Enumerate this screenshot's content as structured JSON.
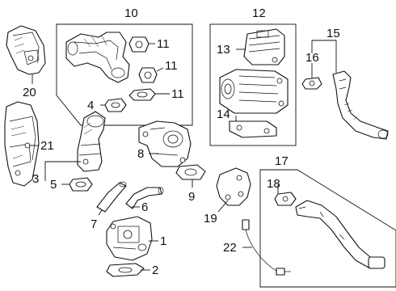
{
  "diagram": {
    "callouts": {
      "c1": "1",
      "c2": "2",
      "c3": "3",
      "c4": "4",
      "c5": "5",
      "c6": "6",
      "c7": "7",
      "c8": "8",
      "c9": "9",
      "c10": "10",
      "c11a": "11",
      "c11b": "11",
      "c11c": "11",
      "c12": "12",
      "c13": "13",
      "c14": "14",
      "c15": "15",
      "c16": "16",
      "c17": "17",
      "c18": "18",
      "c19": "19",
      "c20": "20",
      "c21": "21",
      "c22": "22"
    }
  }
}
